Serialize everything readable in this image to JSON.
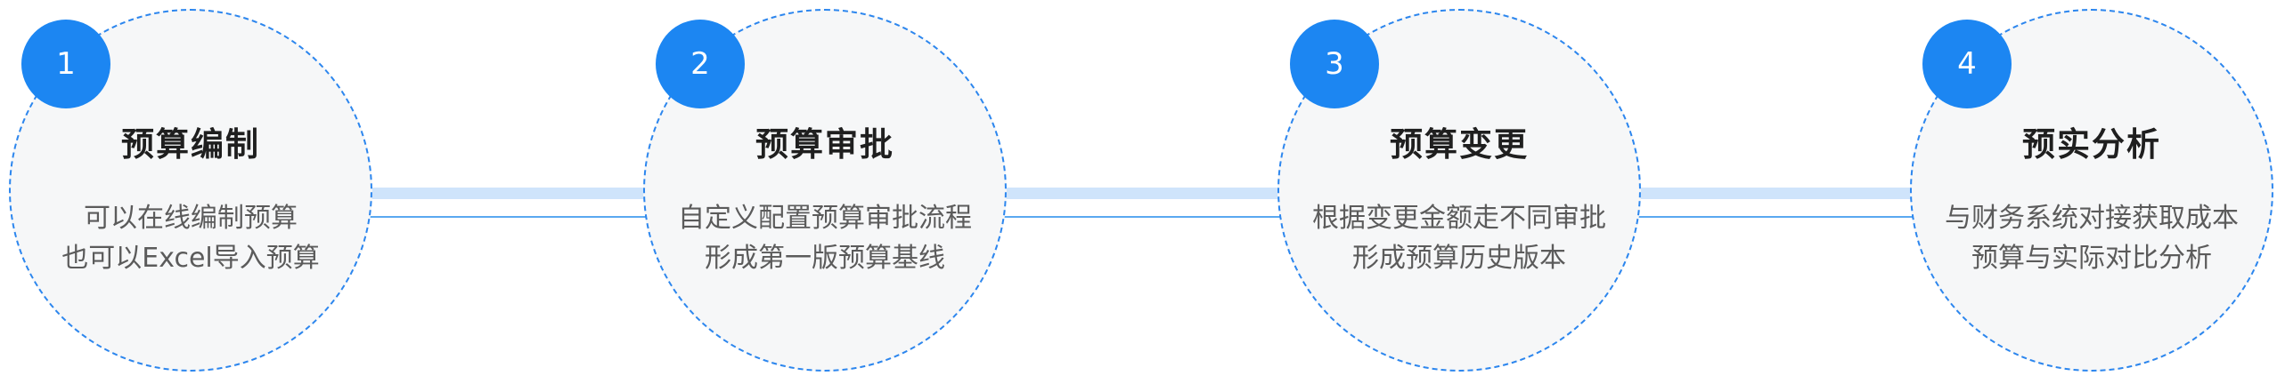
{
  "colors": {
    "accent": "#1c86f2",
    "dashed_border": "#2c86ee",
    "circle_fill": "#f6f7f8",
    "connector_thick": "#cfe4fb",
    "connector_thin": "#5aa8f0"
  },
  "steps": [
    {
      "number": "1",
      "title": "预算编制",
      "line1": "可以在线编制预算",
      "line2": "也可以Excel导入预算"
    },
    {
      "number": "2",
      "title": "预算审批",
      "line1": "自定义配置预算审批流程",
      "line2": "形成第一版预算基线"
    },
    {
      "number": "3",
      "title": "预算变更",
      "line1": "根据变更金额走不同审批",
      "line2": "形成预算历史版本"
    },
    {
      "number": "4",
      "title": "预实分析",
      "line1": "与财务系统对接获取成本",
      "line2": "预算与实际对比分析"
    }
  ]
}
